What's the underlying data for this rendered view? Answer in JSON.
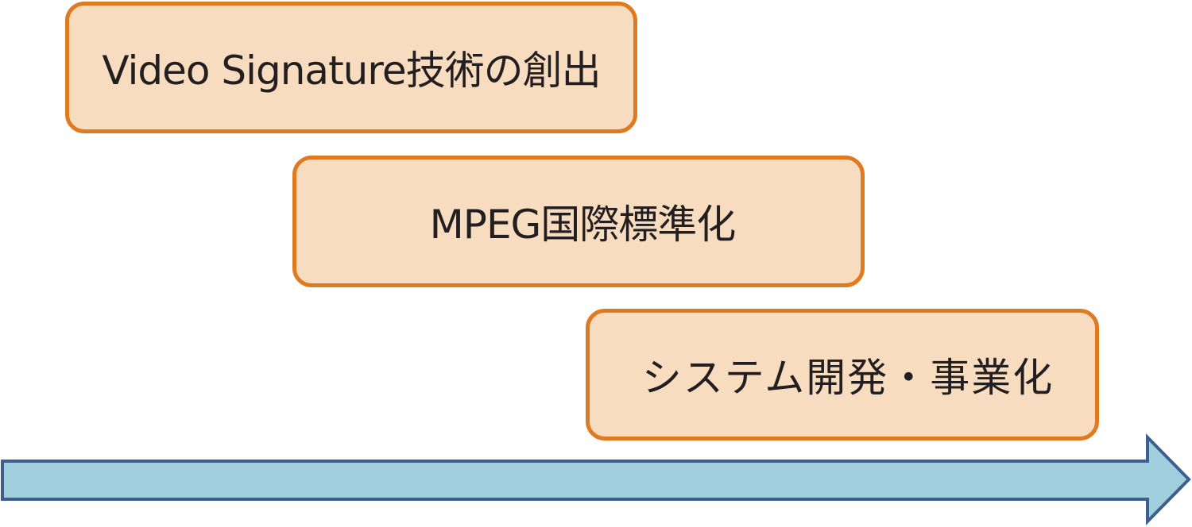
{
  "stages": [
    {
      "label": "Video Signature技術の創出"
    },
    {
      "label": "MPEG国際標準化"
    },
    {
      "label": "システム開発・事業化"
    }
  ],
  "colors": {
    "box_fill": "#f8dcbf",
    "box_border": "#e07a20",
    "arrow_fill": "#a1cedc",
    "arrow_border": "#3d5f8f",
    "text": "#231f20"
  }
}
